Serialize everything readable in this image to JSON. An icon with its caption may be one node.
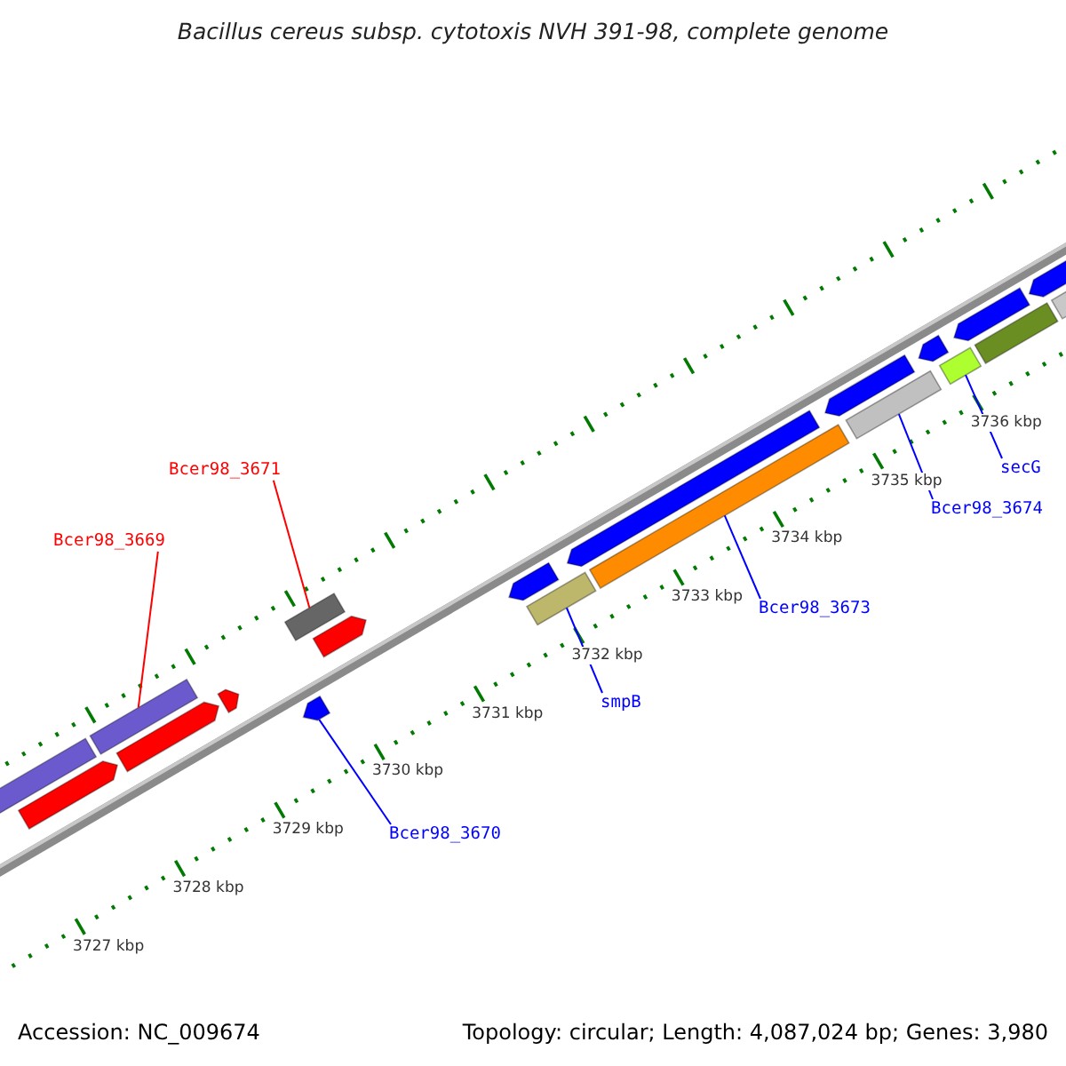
{
  "diagram": {
    "title": "Bacillus cereus subsp. cytotoxis NVH 391-98, complete genome",
    "nodes": [
      {
        "text": [
          "Bcer98_3671"
        ]
      },
      {
        "text": [
          "Bcer98_3669"
        ]
      },
      {
        "text": [
          "secG"
        ]
      },
      {
        "text": [
          "Bcer98_3674"
        ]
      },
      {
        "text": [
          "Bcer98_3673"
        ]
      },
      {
        "text": [
          "smpB"
        ]
      },
      {
        "text": [
          "Bcer98_3670"
        ]
      },
      {
        "text": [],
        "shape": "box"
      },
      {
        "text": [],
        "shape": "pentagon"
      },
      {
        "text": [],
        "shape": "box"
      },
      {
        "text": [],
        "shape": "pentagon"
      },
      {
        "text": [],
        "shape": "pentagon"
      },
      {
        "text": [],
        "shape": "pentagon"
      },
      {
        "text": [],
        "shape": "box"
      },
      {
        "text": [],
        "shape": "pentagon"
      },
      {
        "text": [],
        "shape": "pentagon"
      },
      {
        "text": [],
        "shape": "box"
      },
      {
        "text": [],
        "shape": "pentagon"
      },
      {
        "text": [],
        "shape": "box"
      },
      {
        "text": [],
        "shape": "pentagon"
      },
      {
        "text": [],
        "shape": "box"
      },
      {
        "text": [],
        "shape": "pentagon"
      },
      {
        "text": [],
        "shape": "box"
      },
      {
        "text": [],
        "shape": "pentagon"
      },
      {
        "text": [],
        "shape": "box"
      },
      {
        "text": [],
        "shape": "pentagon"
      },
      {
        "text": [],
        "shape": "box"
      }
    ],
    "edges": [
      {
        "from": 0,
        "to": 13,
        "arrow": "none",
        "color": "#ff0000"
      },
      {
        "from": 1,
        "to": 9,
        "arrow": "none",
        "color": "#ff0000"
      },
      {
        "from": 2,
        "to": 22,
        "arrow": "none"
      },
      {
        "from": 3,
        "to": 20,
        "arrow": "none"
      },
      {
        "from": 4,
        "to": 18,
        "arrow": "none"
      },
      {
        "from": 5,
        "to": 16,
        "arrow": "none"
      },
      {
        "from": 6,
        "to": 12,
        "arrow": "none"
      }
    ],
    "labels": [
      "3736 kbp",
      "3735 kbp",
      "3734 kbp",
      "3733 kbp",
      "3732 kbp",
      "3731 kbp",
      "3730 kbp",
      "3729 kbp",
      "3728 kbp",
      "3727 kbp",
      "Accession: NC_009674",
      "Topology: circular; Length: 4,087,024 bp; Genes: 3,980"
    ]
  }
}
